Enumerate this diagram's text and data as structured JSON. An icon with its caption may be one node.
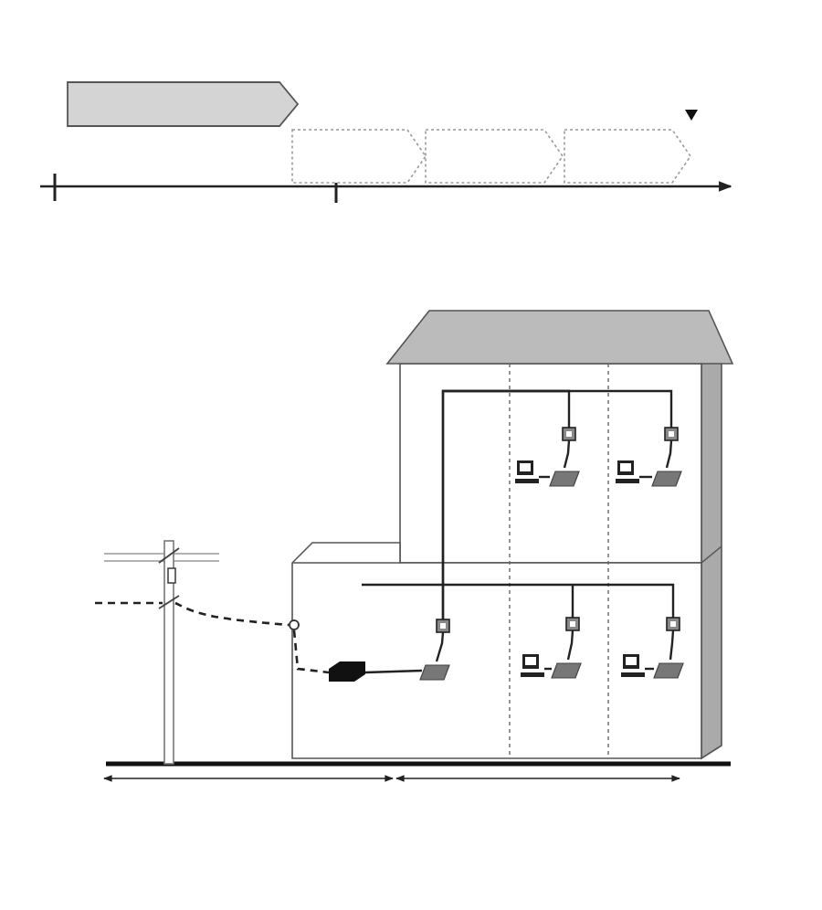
{
  "diagram": {
    "nodes": [
      {
        "text": [],
        "shape": "pole"
      },
      {
        "text": [],
        "shape": "circle"
      },
      {
        "text": [],
        "shape": "box"
      },
      {
        "text": [],
        "shape": "socket"
      },
      {
        "text": [],
        "shape": "modem"
      },
      {
        "text": [],
        "shape": "socket"
      },
      {
        "text": [],
        "shape": "modem"
      },
      {
        "text": [],
        "shape": "computer"
      },
      {
        "text": [],
        "shape": "socket"
      },
      {
        "text": [],
        "shape": "modem"
      },
      {
        "text": [],
        "shape": "computer"
      },
      {
        "text": [],
        "shape": "socket"
      },
      {
        "text": [],
        "shape": "modem"
      },
      {
        "text": [],
        "shape": "computer"
      },
      {
        "text": [],
        "shape": "socket"
      },
      {
        "text": [],
        "shape": "modem"
      },
      {
        "text": [],
        "shape": "computer"
      }
    ],
    "edges": [
      {
        "from": null,
        "to": 0,
        "arrow": "none",
        "style": "dashed"
      },
      {
        "from": 0,
        "to": 1,
        "arrow": "none",
        "style": "dashed"
      },
      {
        "from": 1,
        "to": 2,
        "arrow": "none",
        "style": "dashed"
      },
      {
        "from": 2,
        "to": 4,
        "arrow": "none"
      },
      {
        "from": 3,
        "to": 4,
        "arrow": "none"
      },
      {
        "from": 3,
        "to": 11,
        "arrow": "none"
      },
      {
        "from": 3,
        "to": 14,
        "arrow": "none"
      },
      {
        "from": 5,
        "to": 8,
        "arrow": "none"
      },
      {
        "from": 5,
        "to": 6,
        "arrow": "none"
      },
      {
        "from": 6,
        "to": 7,
        "arrow": "none"
      },
      {
        "from": 8,
        "to": 9,
        "arrow": "none"
      },
      {
        "from": 9,
        "to": 10,
        "arrow": "none"
      },
      {
        "from": 11,
        "to": 12,
        "arrow": "none"
      },
      {
        "from": 12,
        "to": 13,
        "arrow": "none"
      },
      {
        "from": 14,
        "to": 15,
        "arrow": "none"
      },
      {
        "from": 15,
        "to": 16,
        "arrow": "none"
      }
    ]
  }
}
